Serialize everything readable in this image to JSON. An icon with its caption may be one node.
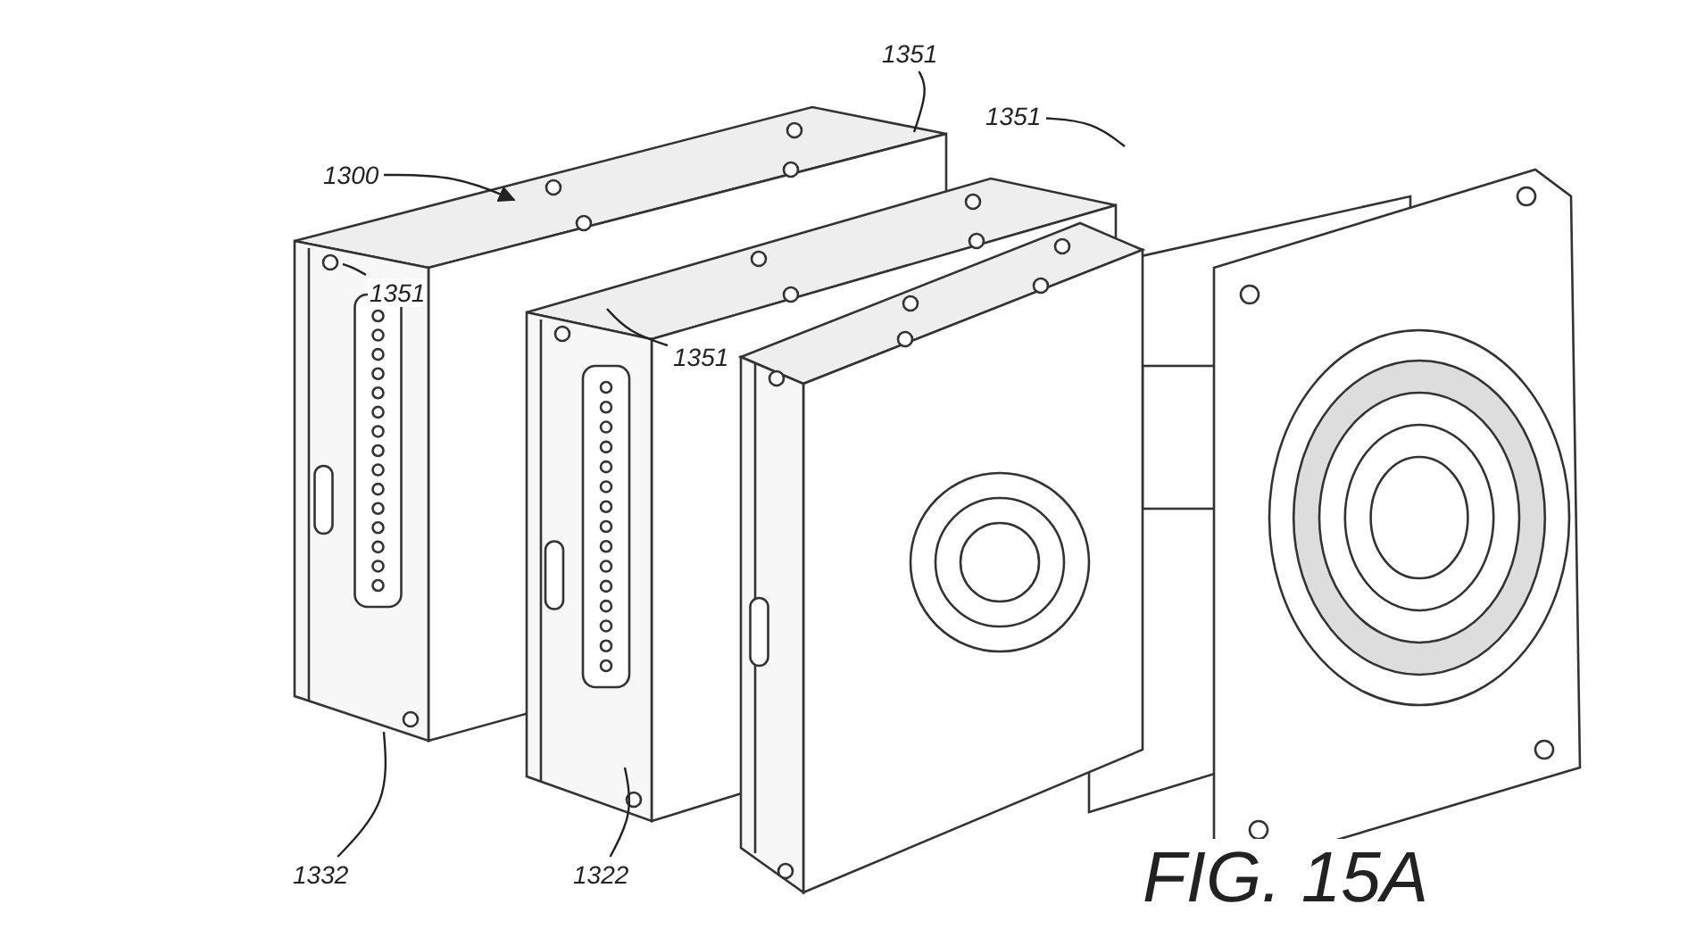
{
  "diagram": {
    "caption": "FIG. 15A",
    "nodes": [
      {
        "text": [
          "1300"
        ]
      },
      {
        "text": [
          "1351"
        ]
      },
      {
        "text": [
          "1351"
        ]
      },
      {
        "text": [
          "1351"
        ]
      },
      {
        "text": [
          "1351"
        ]
      },
      {
        "text": [
          "1332"
        ]
      },
      {
        "text": [
          "1322"
        ]
      }
    ],
    "edges": [
      {
        "from": 0,
        "to": null,
        "arrow": "to"
      },
      {
        "from": 1,
        "to": null,
        "arrow": "none"
      },
      {
        "from": 2,
        "to": null,
        "arrow": "none"
      },
      {
        "from": 3,
        "to": null,
        "arrow": "none"
      },
      {
        "from": 4,
        "to": null,
        "arrow": "none"
      },
      {
        "from": 5,
        "to": null,
        "arrow": "none"
      },
      {
        "from": 6,
        "to": null,
        "arrow": "none"
      }
    ]
  }
}
